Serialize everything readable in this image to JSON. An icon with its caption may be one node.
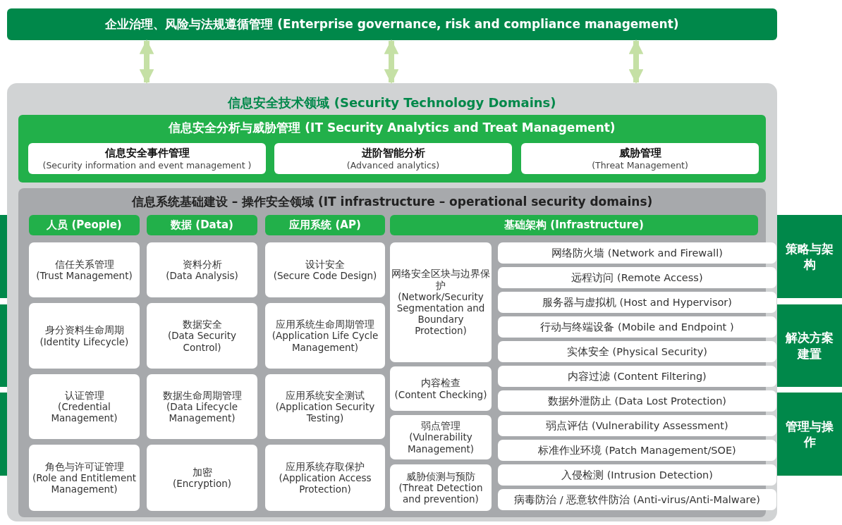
{
  "diagram": {
    "nodes": [
      {
        "text": [
          "企业治理、风险与法规遵循管理 (Enterprise governance, risk and compliance management)"
        ]
      },
      {
        "text": [
          "信息安全技术领域 (Security Technology Domains)"
        ]
      },
      {
        "text": [
          "信息安全分析与威胁管理 (IT Security Analytics and Treat Management)"
        ],
        "in": 1
      },
      {
        "text": [
          "信息安全事件管理",
          "(Security information and event management )"
        ],
        "in": 2
      },
      {
        "text": [
          "进阶智能分析",
          "(Advanced analytics)"
        ],
        "in": 2
      },
      {
        "text": [
          "威胁管理",
          "(Threat Management)"
        ],
        "in": 2
      },
      {
        "text": [
          "信息系统基础建设 – 操作安全领域  (IT infrastructure – operational security domains)"
        ],
        "in": 1
      },
      {
        "text": [
          "人员 (People)"
        ],
        "in": 6
      },
      {
        "text": [
          "数据 (Data)"
        ],
        "in": 6
      },
      {
        "text": [
          "应用系统 (AP)"
        ],
        "in": 6
      },
      {
        "text": [
          "基础架构 (Infrastructure)"
        ],
        "in": 6
      },
      {
        "text": [
          "信任关系管理",
          "(Trust Management)"
        ],
        "in": 6
      },
      {
        "text": [
          "身分资料生命周期",
          "(Identity Lifecycle)"
        ],
        "in": 6
      },
      {
        "text": [
          "认证管理",
          "(Credential Management)"
        ],
        "in": 6
      },
      {
        "text": [
          "角色与许可证管理",
          "(Role and Entitlement Management)"
        ],
        "in": 6
      },
      {
        "text": [
          "资料分析",
          "(Data Analysis)"
        ],
        "in": 6
      },
      {
        "text": [
          "数据安全",
          "(Data Security Control)"
        ],
        "in": 6
      },
      {
        "text": [
          "数据生命周期管理",
          "(Data Lifecycle Management)"
        ],
        "in": 6
      },
      {
        "text": [
          "加密",
          "(Encryption)"
        ],
        "in": 6
      },
      {
        "text": [
          "设计安全",
          "(Secure Code Design)"
        ],
        "in": 6
      },
      {
        "text": [
          "应用系统生命周期管理",
          "(Application Life Cycle Management)"
        ],
        "in": 6
      },
      {
        "text": [
          "应用系统安全测试",
          "(Application Security Testing)"
        ],
        "in": 6
      },
      {
        "text": [
          "应用系统存取保护",
          "(Application Access Protection)"
        ],
        "in": 6
      },
      {
        "text": [
          "网络安全区块与边界保护",
          "(Network/Security Segmentation and Boundary Protection)"
        ],
        "in": 6
      },
      {
        "text": [
          "内容检查",
          "(Content Checking)"
        ],
        "in": 6
      },
      {
        "text": [
          "弱点管理",
          "(Vulnerability Management)"
        ],
        "in": 6
      },
      {
        "text": [
          "威胁侦测与预防",
          "(Threat Detection and prevention)"
        ],
        "in": 6
      },
      {
        "text": [
          "网络防火墙 (Network and Firewall)"
        ],
        "in": 6
      },
      {
        "text": [
          "远程访问 (Remote Access)"
        ],
        "in": 6
      },
      {
        "text": [
          "服务器与虚拟机 (Host and Hypervisor)"
        ],
        "in": 6
      },
      {
        "text": [
          "行动与终端设备 (Mobile and Endpoint )"
        ],
        "in": 6
      },
      {
        "text": [
          "实体安全 (Physical Security)"
        ],
        "in": 6
      },
      {
        "text": [
          "内容过滤 (Content Filtering)"
        ],
        "in": 6
      },
      {
        "text": [
          "数据外泄防止 (Data Lost Protection)"
        ],
        "in": 6
      },
      {
        "text": [
          "弱点评估 (Vulnerability Assessment)"
        ],
        "in": 6
      },
      {
        "text": [
          "标准作业环境 (Patch Management/SOE)"
        ],
        "in": 6
      },
      {
        "text": [
          "入侵检测 (Intrusion Detection)"
        ],
        "in": 6
      },
      {
        "text": [
          "病毒防治 / 恶意软件防治 (Anti-virus/Anti-Malware)"
        ],
        "in": 6
      },
      {
        "text": [
          "策略与架构"
        ]
      },
      {
        "text": [
          "解决方案建置"
        ]
      },
      {
        "text": [
          "管理与操作"
        ]
      }
    ],
    "edges": [
      {
        "from": 0,
        "to": 1,
        "arrow": "both"
      },
      {
        "from": 0,
        "to": 1,
        "arrow": "both"
      },
      {
        "from": 0,
        "to": 1,
        "arrow": "both"
      }
    ]
  }
}
